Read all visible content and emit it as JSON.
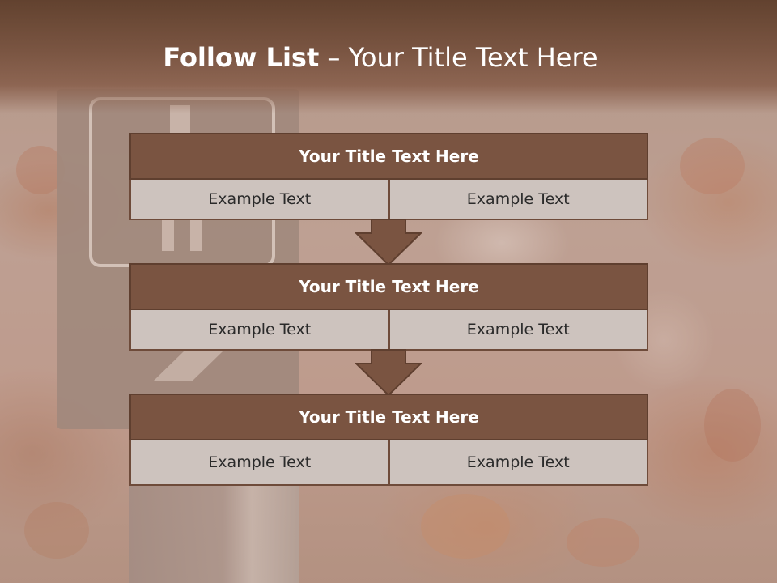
{
  "title": {
    "bold": "Follow List",
    "rest": "– Your Title Text Here"
  },
  "blocks": [
    {
      "heading": "Your Title Text Here",
      "left": "Example Text",
      "right": "Example Text"
    },
    {
      "heading": "Your Title Text Here",
      "left": "Example Text",
      "right": "Example Text"
    },
    {
      "heading": "Your Title Text Here",
      "left": "Example Text",
      "right": "Example Text"
    }
  ],
  "colors": {
    "header_band": "#6b4736",
    "block_heading": "#7a5441",
    "cell_fill": "#cdc3be",
    "arrow": "#7a5441"
  }
}
